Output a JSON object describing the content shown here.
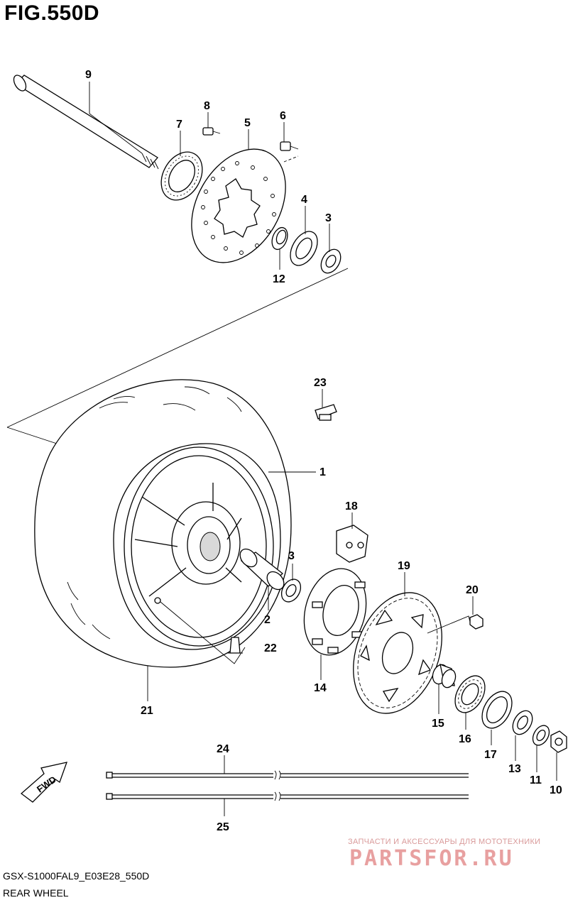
{
  "figure": {
    "title": "FIG.550D",
    "model_code": "GSX-S1000FAL9_E03E28_550D",
    "section_name": "REAR WHEEL"
  },
  "direction_arrow": {
    "label": "FWD"
  },
  "callouts": [
    "1",
    "2",
    "3",
    "3",
    "4",
    "5",
    "6",
    "7",
    "8",
    "9",
    "10",
    "11",
    "12",
    "13",
    "14",
    "15",
    "16",
    "17",
    "18",
    "19",
    "20",
    "21",
    "22",
    "23",
    "24",
    "25"
  ],
  "watermark": {
    "tagline": "ЗАПЧАСТИ И АКСЕССУАРЫ ДЛЯ МОТОТЕХНИКИ",
    "logo": "PARTSFOR.RU"
  }
}
